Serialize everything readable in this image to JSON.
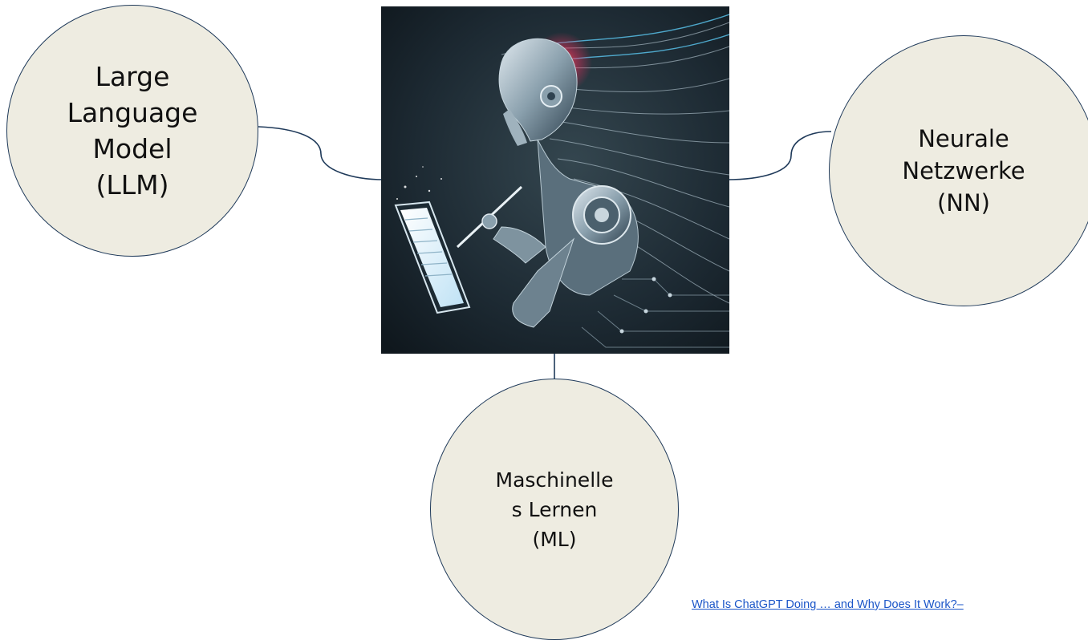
{
  "diagram": {
    "nodes": [
      {
        "id": "llm",
        "label": "Large\nLanguage\nModel\n(LLM)"
      },
      {
        "id": "nn",
        "label": "Neurale\nNetzwerke\n(NN)"
      },
      {
        "id": "ml",
        "label": "Maschinelle\ns Lernen\n(ML)"
      }
    ],
    "center_image": "robot-writing-on-tablet-illustration",
    "source_link": "What Is ChatGPT Doing … and Why Does It Work?–"
  },
  "colors": {
    "node_fill": "#eeece1",
    "node_border": "#1f3a5a",
    "connector": "#1f3a5a",
    "link": "#1a55c8",
    "image_background": "#1d2a33"
  }
}
